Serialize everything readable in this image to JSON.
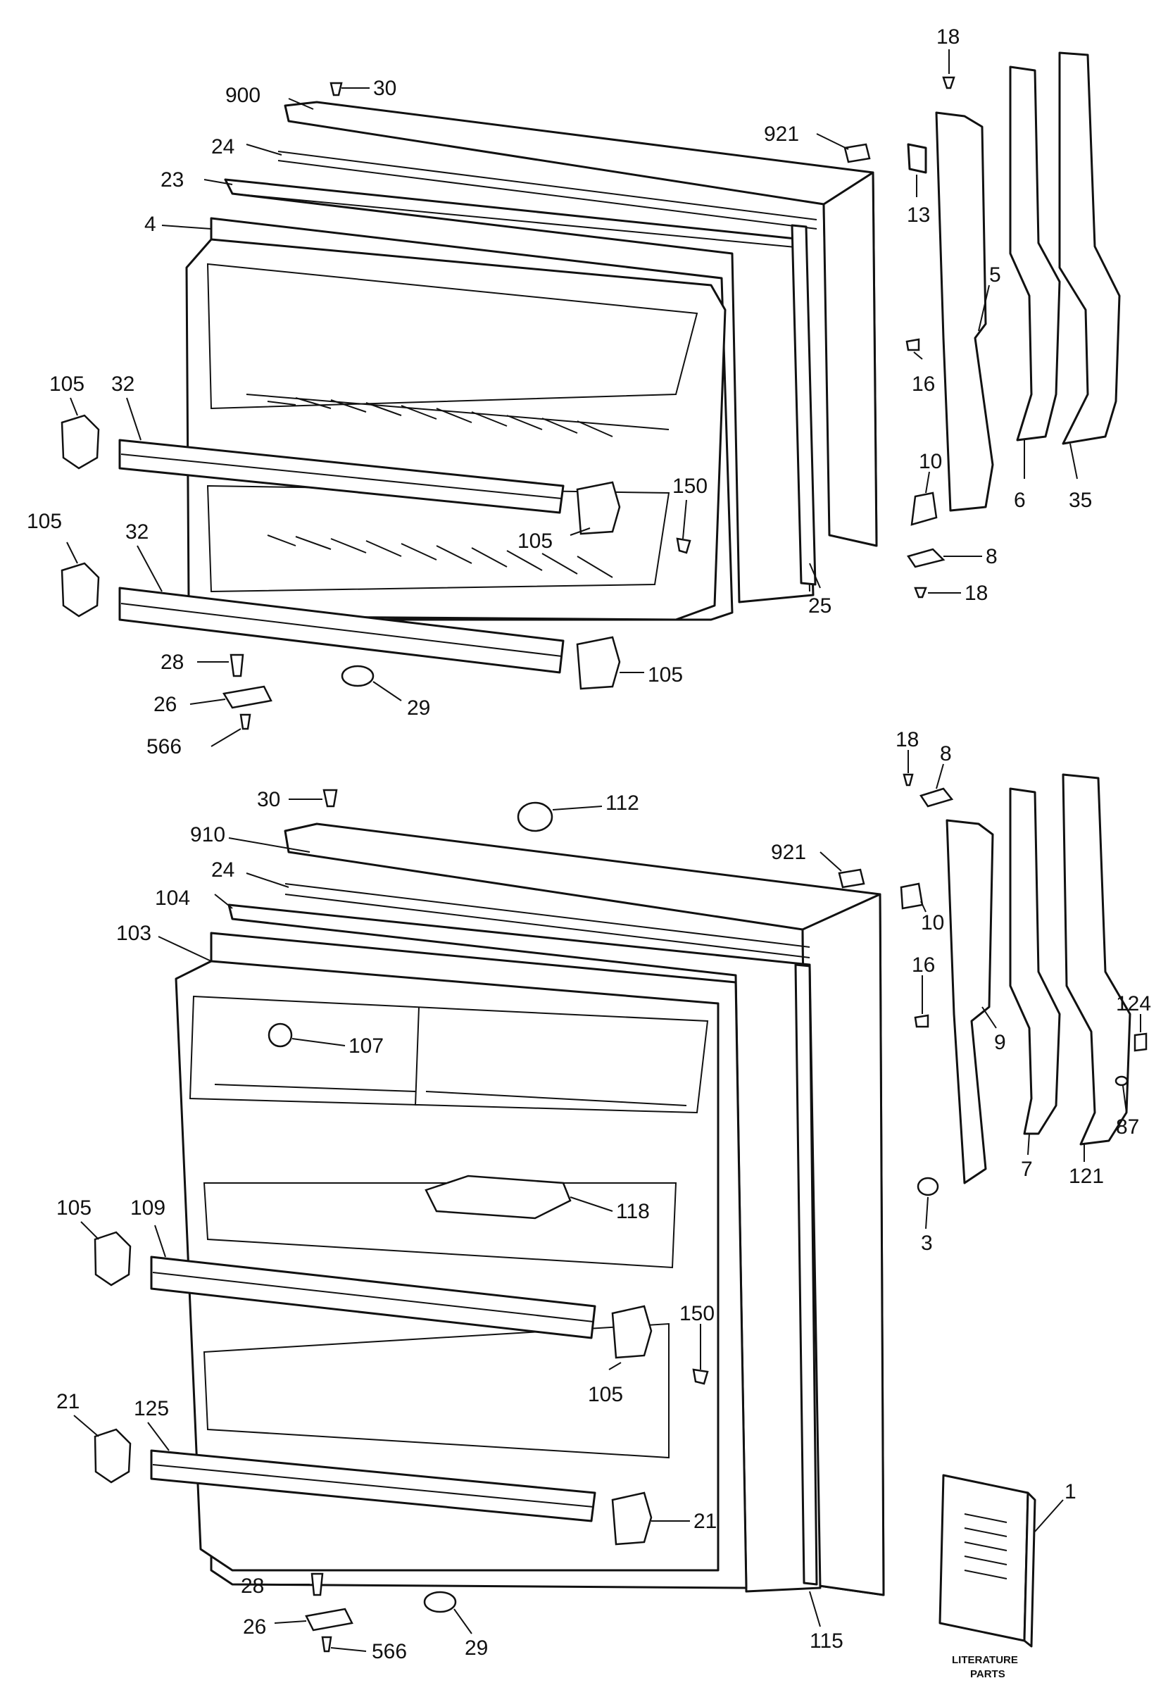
{
  "freezer_door": {
    "callouts": [
      "30",
      "900",
      "24",
      "23",
      "4",
      "921",
      "18",
      "13",
      "5",
      "16",
      "10",
      "6",
      "35",
      "105",
      "32",
      "150",
      "105",
      "105",
      "32",
      "25",
      "8",
      "18",
      "28",
      "105",
      "26",
      "29",
      "566"
    ]
  },
  "fresh_food_door": {
    "callouts": [
      "18",
      "30",
      "112",
      "8",
      "910",
      "921",
      "24",
      "10",
      "104",
      "16",
      "103",
      "107",
      "9",
      "124",
      "87",
      "7",
      "121",
      "118",
      "3",
      "105",
      "109",
      "150",
      "105",
      "21",
      "125",
      "21",
      "28",
      "29",
      "26",
      "566",
      "115",
      "1"
    ]
  },
  "literature": {
    "line1": "LITERATURE",
    "line2": "PARTS"
  }
}
